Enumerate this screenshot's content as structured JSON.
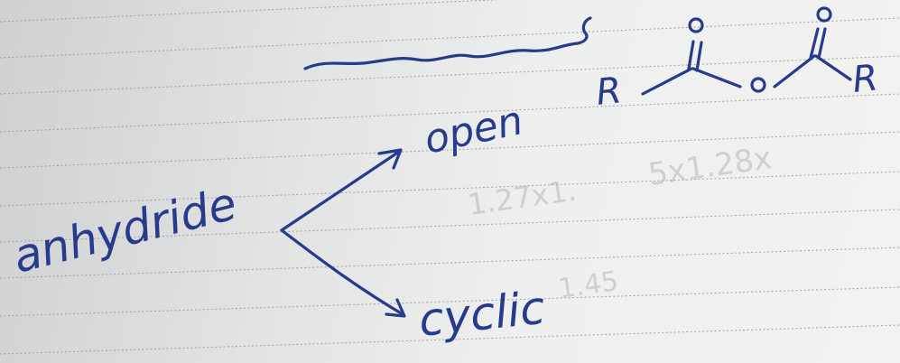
{
  "notes": {
    "word_anhydride": "anhydride",
    "word_open": "open",
    "word_cyclic": "cyclic",
    "structure": {
      "left_group": "R",
      "right_group": "R",
      "bridge_atom": "O",
      "carbonyl_1": "O",
      "carbonyl_2": "O"
    },
    "ghost_text": "5x1.28x",
    "ghost_text_2": "1.27x1.",
    "ghost_text_3": "1.45"
  },
  "colors": {
    "ink": "#283a8c",
    "paper": "#eeefef",
    "rules": "#8e939c"
  }
}
